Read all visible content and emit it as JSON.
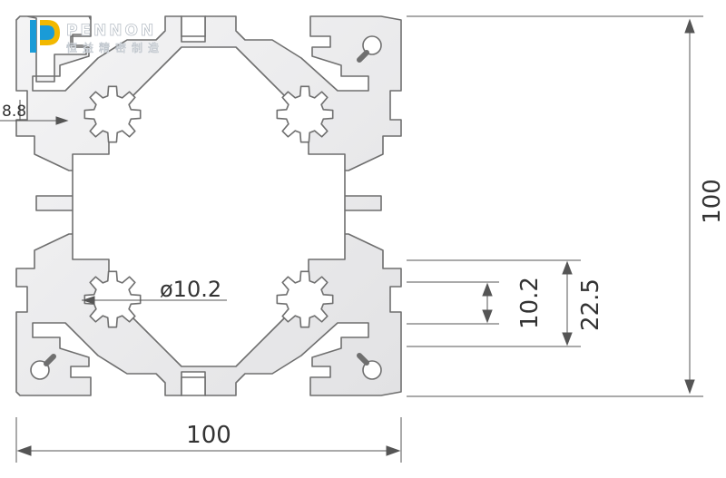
{
  "logo": {
    "wordmark": "PENNON",
    "cjk": "恒益精密制造",
    "colors": {
      "blue": "#1a9bd7",
      "yellow": "#f2b800"
    }
  },
  "dimensions": {
    "width": "100",
    "height": "100",
    "slot_width": "8.8",
    "bore_diameter": "ø10.2",
    "tslot_opening": "10.2",
    "tslot_span": "22.5"
  },
  "colors": {
    "profile_fill": "#e9e9ea",
    "profile_stroke": "#6f6f6f",
    "dim_line": "#555555"
  }
}
